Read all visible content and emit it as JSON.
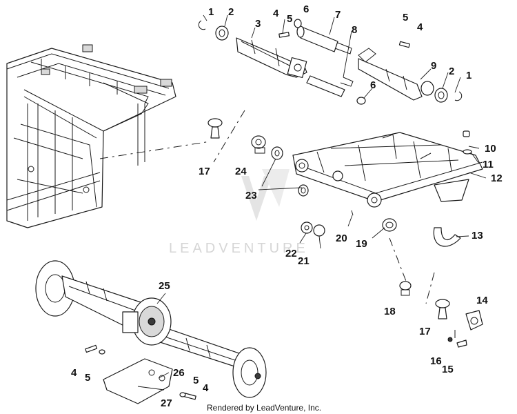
{
  "footer": {
    "rendered_by": "Rendered by LeadVenture, Inc."
  },
  "watermark": {
    "text": "LEADVENTURE"
  },
  "callouts": [
    {
      "label": "1"
    },
    {
      "label": "2"
    },
    {
      "label": "3"
    },
    {
      "label": "4"
    },
    {
      "label": "5"
    },
    {
      "label": "6"
    },
    {
      "label": "7"
    },
    {
      "label": "8"
    },
    {
      "label": "5"
    },
    {
      "label": "4"
    },
    {
      "label": "9"
    },
    {
      "label": "2"
    },
    {
      "label": "1"
    },
    {
      "label": "6"
    },
    {
      "label": "10"
    },
    {
      "label": "11"
    },
    {
      "label": "12"
    },
    {
      "label": "17"
    },
    {
      "label": "24"
    },
    {
      "label": "23"
    },
    {
      "label": "22"
    },
    {
      "label": "21"
    },
    {
      "label": "20"
    },
    {
      "label": "19"
    },
    {
      "label": "13"
    },
    {
      "label": "25"
    },
    {
      "label": "18"
    },
    {
      "label": "14"
    },
    {
      "label": "17"
    },
    {
      "label": "16"
    },
    {
      "label": "15"
    },
    {
      "label": "4"
    },
    {
      "label": "5"
    },
    {
      "label": "26"
    },
    {
      "label": "5"
    },
    {
      "label": "4"
    },
    {
      "label": "27"
    }
  ]
}
